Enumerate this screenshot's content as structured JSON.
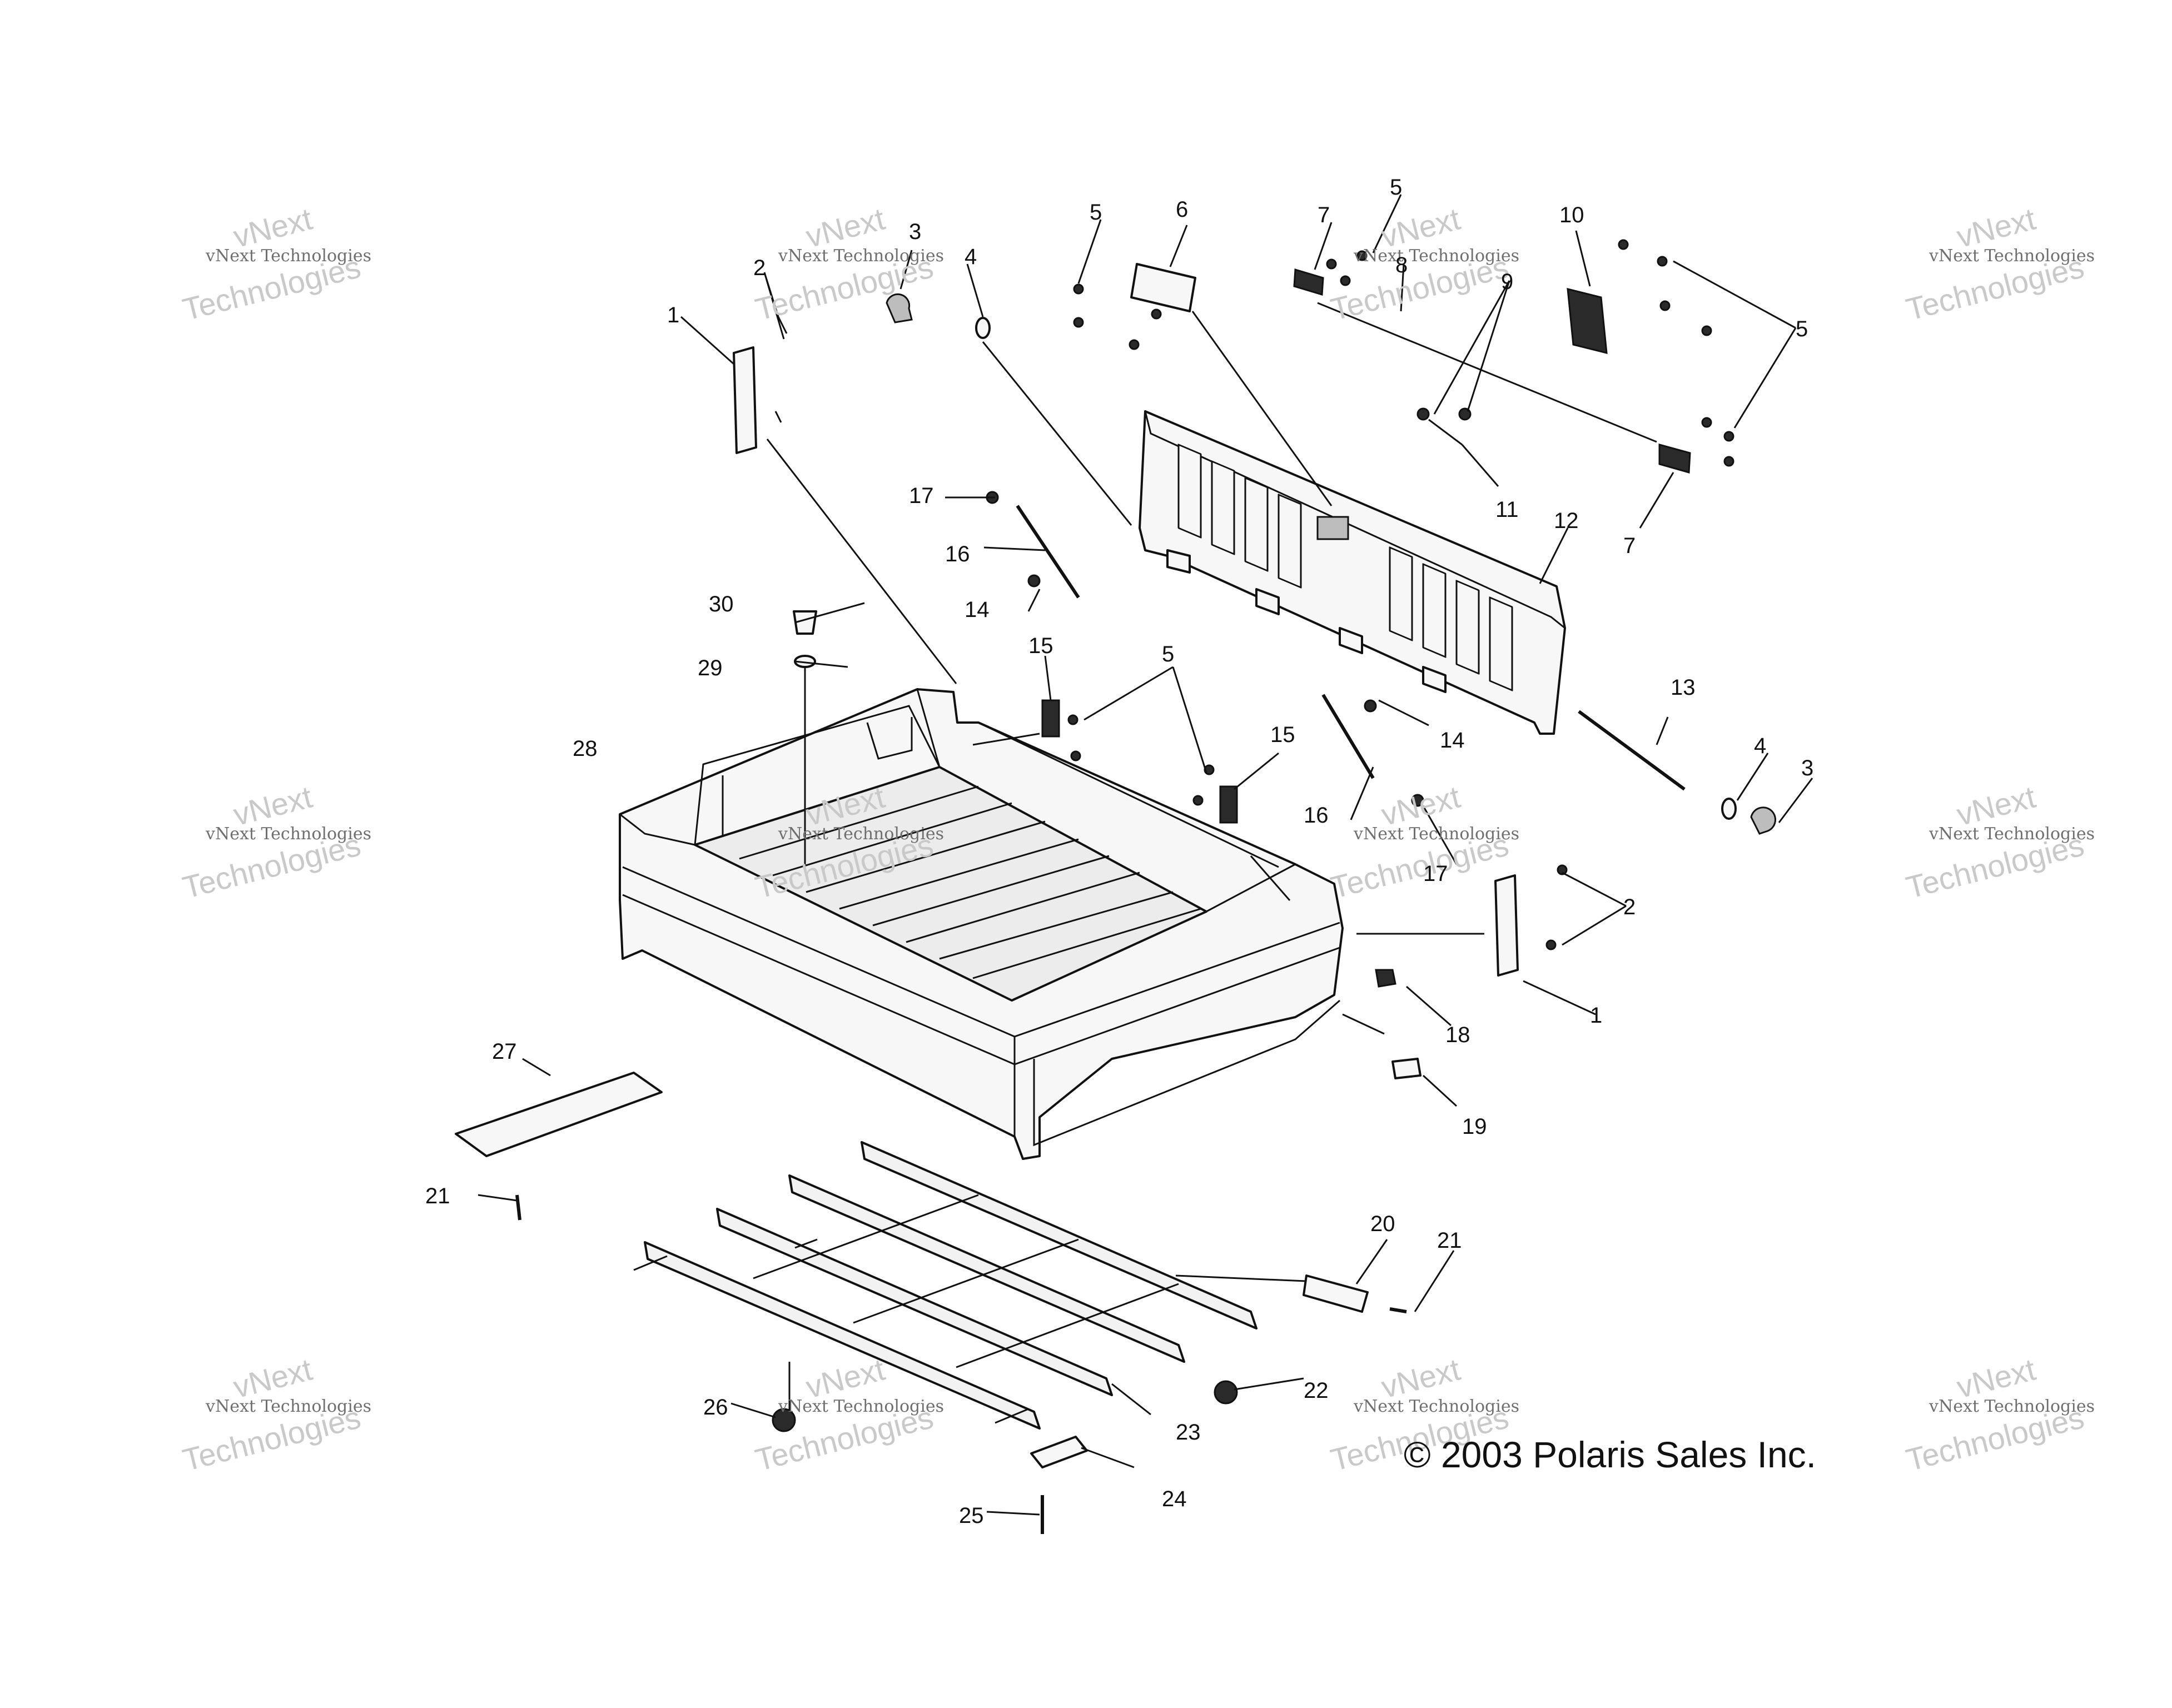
{
  "diagram": {
    "copyright": "© 2003 Polaris Sales Inc.",
    "watermark": {
      "line1": "vNext Technologies",
      "line2": "vNext",
      "line3": "Technologies"
    },
    "callouts": {
      "c1a": "1",
      "c1b": "1",
      "c2a": "2",
      "c2b": "2",
      "c3a": "3",
      "c3b": "3",
      "c4a": "4",
      "c4b": "4",
      "c5a": "5",
      "c5b": "5",
      "c5c": "5",
      "c5d": "5",
      "c6": "6",
      "c7a": "7",
      "c7b": "7",
      "c8": "8",
      "c9": "9",
      "c10": "10",
      "c11": "11",
      "c12": "12",
      "c13": "13",
      "c14a": "14",
      "c14b": "14",
      "c15a": "15",
      "c15b": "15",
      "c16a": "16",
      "c16b": "16",
      "c17a": "17",
      "c17b": "17",
      "c18": "18",
      "c19": "19",
      "c20": "20",
      "c21a": "21",
      "c21b": "21",
      "c22": "22",
      "c23": "23",
      "c24": "24",
      "c25": "25",
      "c26": "26",
      "c27": "27",
      "c28": "28",
      "c29": "29",
      "c30": "30"
    }
  }
}
